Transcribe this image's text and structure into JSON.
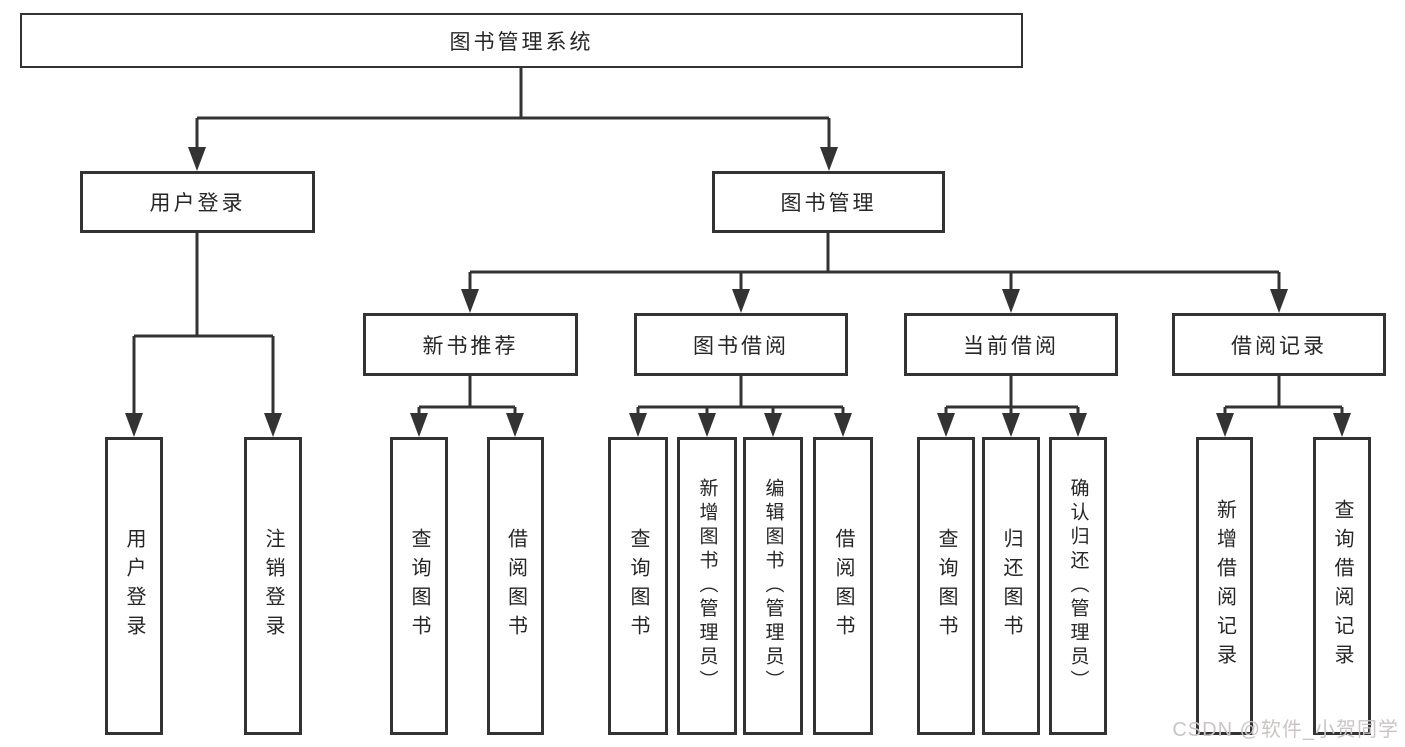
{
  "diagram": {
    "watermark": "CSDN @软件_小贺同学",
    "colors": {
      "line": "#333333",
      "box_background": "#ffffff",
      "text": "#262626",
      "watermark": "#c9c5c5"
    },
    "nodes": {
      "root": {
        "label": "图书管理系统"
      },
      "level2": [
        {
          "label": "用户登录"
        },
        {
          "label": "图书管理"
        }
      ],
      "level3": [
        {
          "label": "新书推荐"
        },
        {
          "label": "图书借阅"
        },
        {
          "label": "当前借阅"
        },
        {
          "label": "借阅记录"
        }
      ],
      "leaves": {
        "user_login": [
          {
            "label": "用户登录"
          },
          {
            "label": "注销登录"
          }
        ],
        "new_book_recommend": [
          {
            "label": "查询图书"
          },
          {
            "label": "借阅图书"
          }
        ],
        "book_borrow": [
          {
            "label": "查询图书"
          },
          {
            "label": "新增图书（管理员）"
          },
          {
            "label": "编辑图书（管理员）"
          },
          {
            "label": "借阅图书"
          }
        ],
        "current_borrow": [
          {
            "label": "查询图书"
          },
          {
            "label": "归还图书"
          },
          {
            "label": "确认归还（管理员）"
          }
        ],
        "borrow_record": [
          {
            "label": "新增借阅记录"
          },
          {
            "label": "查询借阅记录"
          }
        ]
      }
    }
  }
}
